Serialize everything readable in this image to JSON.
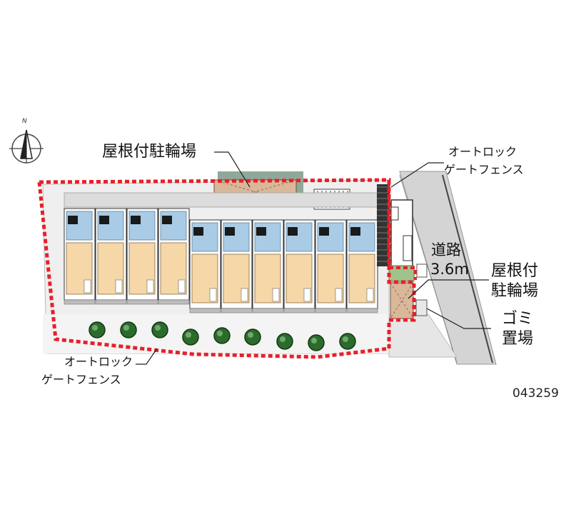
{
  "compass": {
    "north_mark": "N",
    "icon": "compass-icon"
  },
  "labels": {
    "bicycle_parking_top": "屋根付駐輪場",
    "autolock_top_line1": "オートロック",
    "autolock_top_line2": "ゲートフェンス",
    "road_line1": "道路",
    "road_line2": "3.6m",
    "bicycle_parking_side_line1": "屋根付",
    "bicycle_parking_side_line2": "駐輪場",
    "garbage_line1": "ゴミ",
    "garbage_line2": "置場",
    "autolock_bottom_line1": "オートロック",
    "autolock_bottom_line2": "ゲートフェンス"
  },
  "property_code": "043259",
  "colors": {
    "boundary": "#e8202a",
    "unit_floor": "#f5d7a8",
    "wet_area": "#a9cbe6",
    "road": "#d4d4d4",
    "lot": "#efefef",
    "bike_roof": "#d9b89a",
    "tree": "#2b6b2b"
  }
}
